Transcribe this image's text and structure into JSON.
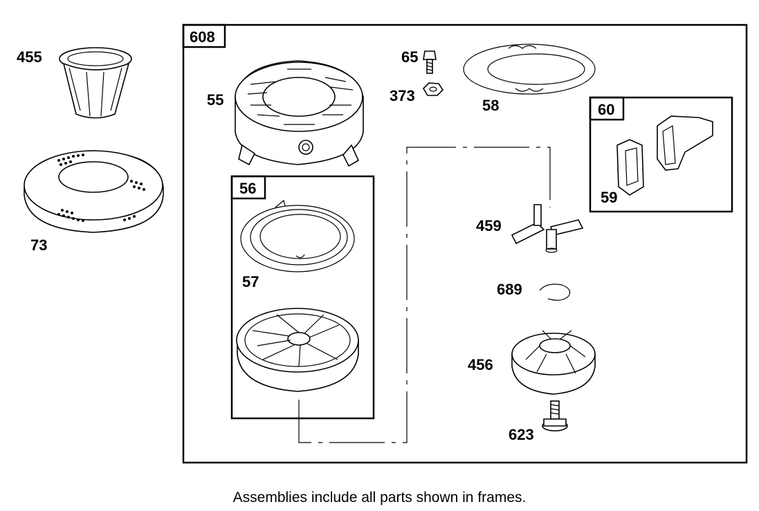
{
  "frames": {
    "main": "608",
    "spring_assembly": "56",
    "handle_assembly": "60"
  },
  "parts": {
    "p455": "455",
    "p73": "73",
    "p55": "55",
    "p65": "65",
    "p373": "373",
    "p58": "58",
    "p57": "57",
    "p59": "59",
    "p459": "459",
    "p689": "689",
    "p456": "456",
    "p623": "623"
  },
  "footer_note": "Assemblies include all parts shown in frames."
}
